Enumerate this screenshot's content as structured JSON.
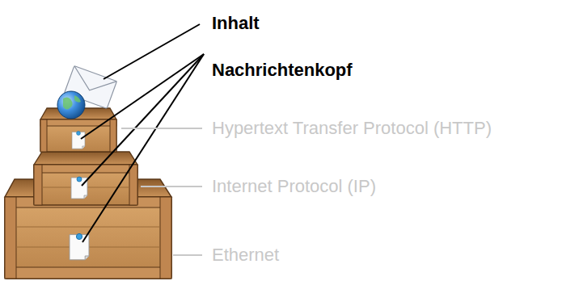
{
  "diagram": {
    "labels": [
      "Inhalt",
      "Nachrichtenkopf",
      "Hypertext Transfer Protocol (HTTP)",
      "Internet Protocol (IP)",
      "Ethernet"
    ]
  }
}
